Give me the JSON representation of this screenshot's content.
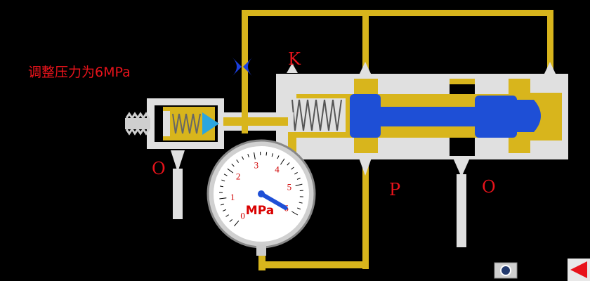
{
  "annotation": "调整压力为6MPa",
  "ports": {
    "remote": "K",
    "inlet": "P",
    "outlet_main": "O",
    "outlet_pilot": "O"
  },
  "gauge": {
    "unit": "MPa",
    "ticks": [
      "0",
      "1",
      "2",
      "3",
      "4",
      "5",
      "6"
    ],
    "value": 6,
    "max": 6
  },
  "controls": {
    "camera_icon": "camera-icon",
    "back_icon": "back-arrow-icon"
  },
  "colors": {
    "oil": "#d8b51c",
    "spool": "#1e4fd6",
    "body": "#e0e0e0",
    "label": "#e8131b",
    "valve": "#1a3fe0"
  }
}
